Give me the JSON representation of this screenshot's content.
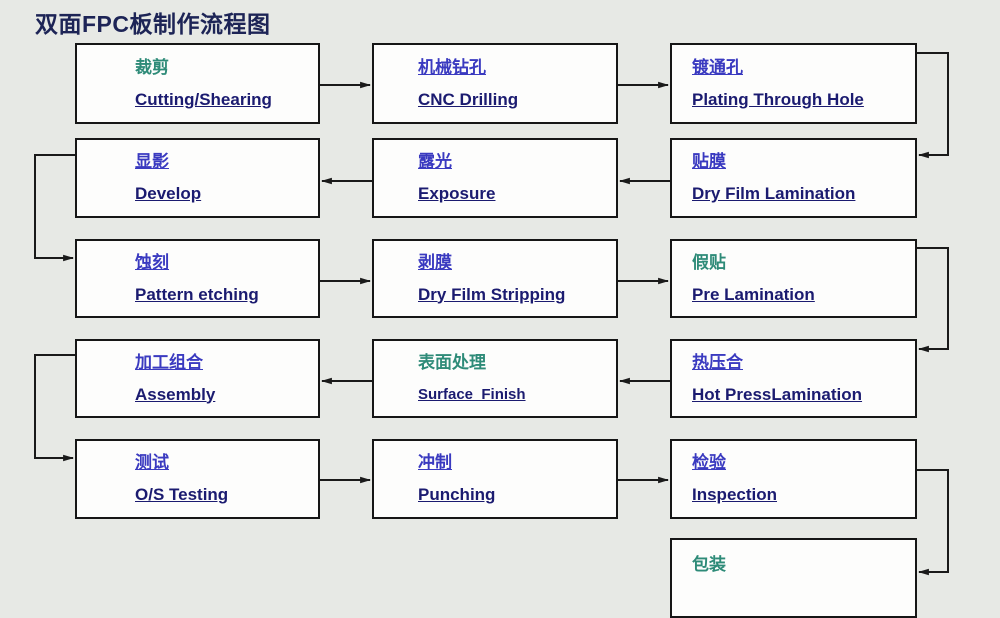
{
  "page": {
    "title": "双面FPC板制作流程图"
  },
  "colors": {
    "background": "#e7e9e5",
    "box_fill": "#fdfdfc",
    "box_border": "#161616",
    "title_text": "#1d2456",
    "english_text": "#1b1b70",
    "chinese_blue": "#3a3ac0",
    "chinese_green": "#2e8b78",
    "arrow": "#1a1a1a"
  },
  "flow": {
    "boxes": [
      {
        "zh": "裁剪",
        "en": "Cutting/Shearing",
        "zh_color": "#2e8b78"
      },
      {
        "zh": "机械钻孔",
        "en": "CNC Drilling",
        "zh_color": "#3a3ac0"
      },
      {
        "zh": "镀通孔",
        "en": "Plating Through Hole",
        "zh_color": "#3a3ac0"
      },
      {
        "zh": "贴膜",
        "en": "Dry Film Lamination",
        "zh_color": "#3a3ac0"
      },
      {
        "zh": "露光",
        "en": "Exposure",
        "zh_color": "#3a3ac0"
      },
      {
        "zh": "显影",
        "en": "Develop",
        "zh_color": "#3a3ac0"
      },
      {
        "zh": "蚀刻",
        "en": "Pattern etching",
        "zh_color": "#3a3ac0"
      },
      {
        "zh": "剥膜",
        "en": "Dry Film Stripping",
        "zh_color": "#3a3ac0"
      },
      {
        "zh": "假贴",
        "en": "Pre Lamination",
        "zh_color": "#2e8b78"
      },
      {
        "zh": "热压合",
        "en": "Hot PressLamination",
        "zh_color": "#3a3ac0"
      },
      {
        "zh": "表面处理",
        "en": "Surface  Finish",
        "zh_color": "#2e8b78"
      },
      {
        "zh": "加工组合",
        "en": "Assembly",
        "zh_color": "#3a3ac0"
      },
      {
        "zh": "测试",
        "en": "O/S Testing",
        "zh_color": "#3a3ac0"
      },
      {
        "zh": "冲制",
        "en": "Punching",
        "zh_color": "#3a3ac0"
      },
      {
        "zh": "检验",
        "en": "Inspection",
        "zh_color": "#3a3ac0"
      },
      {
        "zh": "包装",
        "zh_color": "#2e8b78"
      }
    ],
    "connections": [
      [
        0,
        1
      ],
      [
        1,
        2
      ],
      [
        2,
        3
      ],
      [
        3,
        4
      ],
      [
        4,
        5
      ],
      [
        5,
        6
      ],
      [
        6,
        7
      ],
      [
        7,
        8
      ],
      [
        8,
        9
      ],
      [
        9,
        10
      ],
      [
        10,
        11
      ],
      [
        11,
        12
      ],
      [
        12,
        13
      ],
      [
        13,
        14
      ],
      [
        14,
        15
      ]
    ]
  }
}
